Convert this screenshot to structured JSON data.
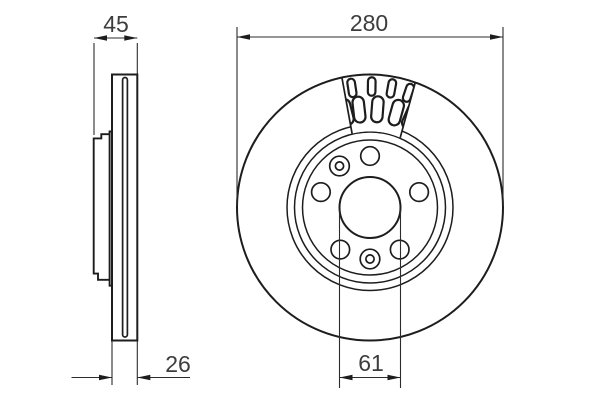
{
  "drawing": {
    "type_label": "brake-disc-technical-drawing",
    "dimensions": {
      "total_height": "45",
      "outer_diameter": "280",
      "disc_thickness": "26",
      "center_bore": "61"
    },
    "colors": {
      "background": "#ffffff",
      "outline": "#1d1d1d",
      "dimension_line": "#2c2c2c",
      "text": "#3d3d3d"
    }
  }
}
